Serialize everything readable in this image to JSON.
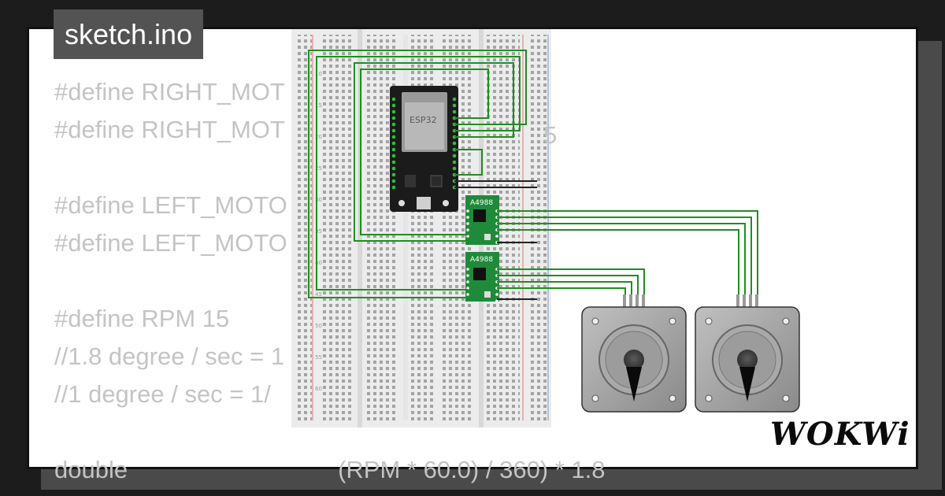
{
  "editor": {
    "file_tab": "sketch.ino",
    "code_lines": [
      "#define RIGHT_MOT",
      "#define RIGHT_MOT",
      "",
      "#define LEFT_MOTO",
      "#define LEFT_MOTO",
      "",
      "#define RPM 15",
      "//1.8 degree / sec = 1",
      "//1 degree / sec = 1/",
      "",
      "double                               (RPM * 60.0) / 360) * 1.8"
    ],
    "partial_text_line2": "5"
  },
  "circuit": {
    "mcu_label": "ESP32",
    "driver_top_label": "A4988",
    "driver_bottom_label": "A4988",
    "wire_color": "#1f8f1f",
    "board_color": "#1b1b1b",
    "driver_color": "#1f8a3a",
    "breadboard_row_labels": [
      "10",
      "15",
      "20",
      "25",
      "30",
      "35",
      "40",
      "45",
      "50",
      "55",
      "60"
    ]
  },
  "brand": {
    "name": "WOKWi"
  }
}
